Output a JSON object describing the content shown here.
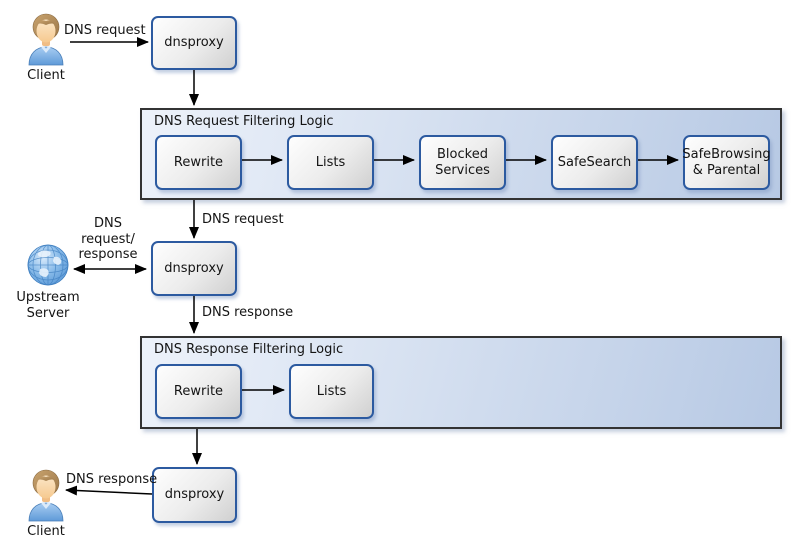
{
  "nodes": {
    "client_top": "Client",
    "dnsproxy_top": "dnsproxy",
    "dnsproxy_mid": "dnsproxy",
    "dnsproxy_bottom": "dnsproxy",
    "upstream_server": "Upstream\nServer",
    "client_bottom": "Client"
  },
  "request_filter": {
    "title": "DNS Request Filtering Logic",
    "steps": [
      "Rewrite",
      "Lists",
      "Blocked\nServices",
      "SafeSearch",
      "SafeBrowsing\n& Parental"
    ]
  },
  "response_filter": {
    "title": "DNS Response Filtering Logic",
    "steps": [
      "Rewrite",
      "Lists"
    ]
  },
  "labels": {
    "client_request": "DNS request",
    "filtered_request": "DNS request",
    "upstream_exchange": "DNS\nrequest/\nresponse",
    "proxy_response": "DNS response",
    "client_response": "DNS response"
  },
  "icons": {
    "client_top": "person-icon",
    "upstream_server": "globe-icon",
    "client_bottom": "person-icon"
  },
  "colors": {
    "box_border": "#2c5aa0",
    "box_grad_a": "#fefefe",
    "box_grad_b": "#d0d0d0",
    "container_border": "#333333",
    "container_grad_a": "#edf2fa",
    "container_grad_b": "#b7c9e4",
    "arrow": "#000000"
  }
}
